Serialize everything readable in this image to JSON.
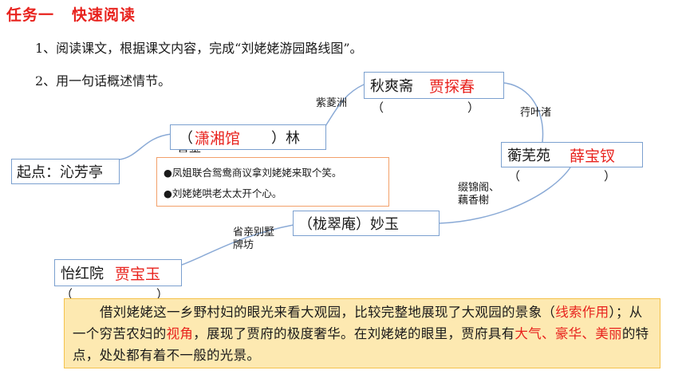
{
  "task": {
    "part1": "任务一",
    "part2": "快速阅读"
  },
  "instructions": [
    "1、阅读课文，根据课文内容，完成“刘姥姥游园路线图”。",
    "2、用一句话概述情节。"
  ],
  "route": {
    "start": "起点：沁芳亭",
    "xiaoxiang": {
      "open": "（",
      "answer": "潇湘馆",
      "close": "）林"
    },
    "qiushuang": {
      "place": "秋爽斋",
      "answer": "贾探春",
      "blank": "（　　　　　　　）"
    },
    "hengwu": {
      "place": "蘅芜苑",
      "answer": "薛宝钗",
      "blank": "（　　　　　　　）"
    },
    "longcui": {
      "text": "（栊翠庵）妙玉"
    },
    "yihong": {
      "place": "怡红院",
      "answer": "贾宝玉",
      "blank": "（　　　　　　　）"
    },
    "paths": {
      "zilingzhou": "紫菱洲",
      "xingyezhu": "荇叶渚",
      "zhuijin": [
        "缀锦阁、",
        "藕香榭"
      ],
      "shengqin": [
        "省亲别墅",
        "牌坊"
      ],
      "partial": "袁平"
    }
  },
  "plot": [
    "●凤姐联合鸳鸯商议拿刘姥姥来取个笑。",
    "●刘姥姥哄老太太开个心。"
  ],
  "summary": {
    "p1": "借刘姥姥这一乡野村妇的眼光来看大观园，比较完整地展现了大观园的景象（",
    "r1": "线索作用",
    "p2": "）；从一个穷苦农妇的",
    "r2": "视角",
    "p3": "，展现了贾府的极度奢华。在刘姥姥的眼里，贾府具有",
    "r3": "大气、豪华、美丽",
    "p4": "的特点，处处都有着不一般的光景。"
  },
  "colors": {
    "answer": "#e8231e",
    "node_border": "#7ba0cf",
    "summary_bg": "#fde9b1"
  }
}
